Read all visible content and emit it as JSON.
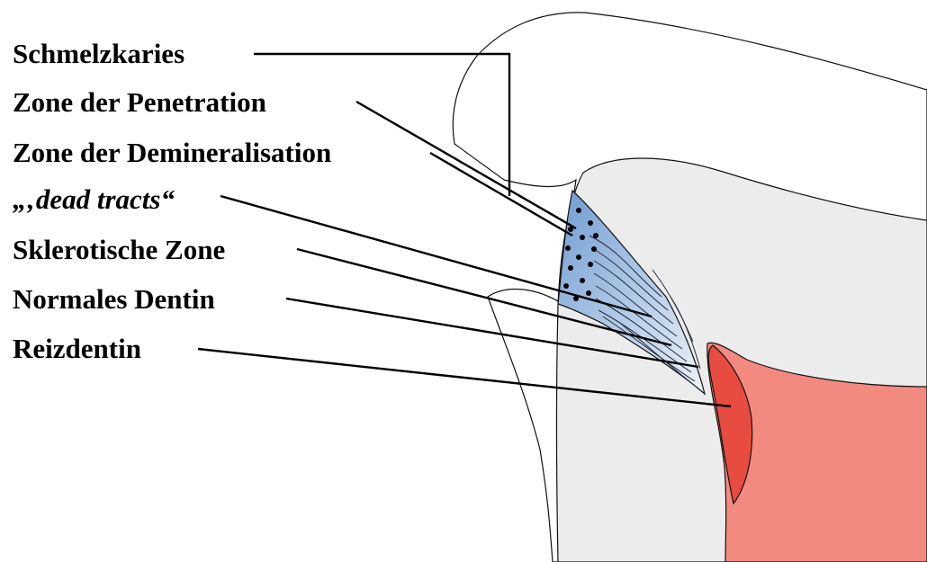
{
  "labels": {
    "schmelzkaries": "Schmelzkaries",
    "penetration": "Zone der Penetration",
    "demineralisation": "Zone der Demineralisation",
    "dead_tracts": "„‚dead tracts“",
    "sklerotisch": "Sklerotische Zone",
    "normal": "Normales Dentin",
    "reizdentin": "Reizdentin"
  },
  "colors": {
    "enamel": "#ffffff",
    "dentin": "#ececec",
    "pulp": "#f28a80",
    "reizdentin": "#e84c40",
    "lesion_blue": "#7aa6d4",
    "lesion_light": "#e6eef7",
    "leader_lines": "#000000"
  }
}
